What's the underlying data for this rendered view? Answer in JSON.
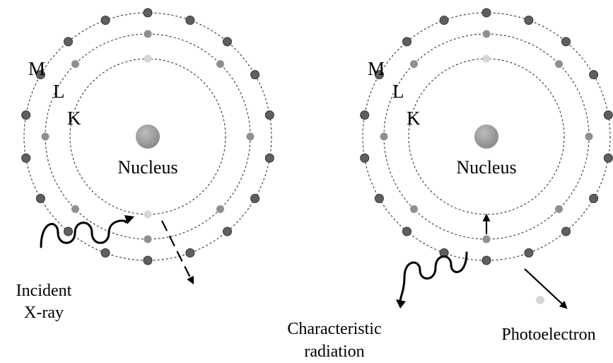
{
  "colors": {
    "K": "#d6d6d6",
    "L": "#8f8f8f",
    "M": "#5f5f5f",
    "nucleus": "#8a8a8a",
    "ink": "#000000"
  },
  "atoms": [
    {
      "shell_labels": {
        "M": "M",
        "L": "L",
        "K": "K"
      },
      "nucleus_label": "Nucleus",
      "caption_lines": [
        "Incident",
        "X-ray"
      ],
      "electron_counts": {
        "K": 2,
        "L": 8,
        "M": 18
      }
    },
    {
      "shell_labels": {
        "M": "M",
        "L": "L",
        "K": "K"
      },
      "nucleus_label": "Nucleus",
      "caption_lines": [
        "Characteristic",
        "radiation"
      ],
      "right_caption": "Photoelectron",
      "electron_counts": {
        "K": 1,
        "L": 8,
        "M": 18
      }
    }
  ]
}
